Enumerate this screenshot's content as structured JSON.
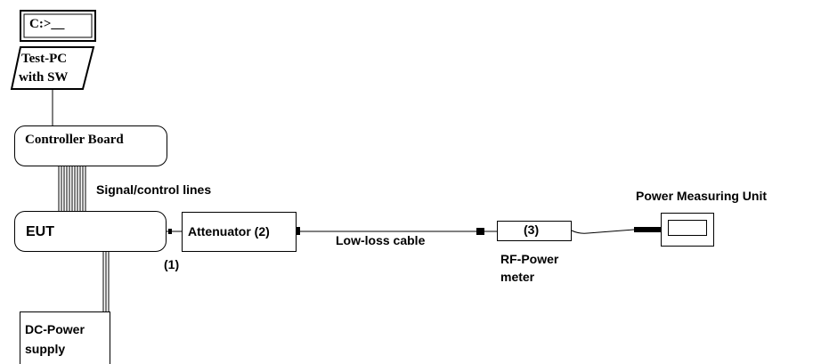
{
  "test_pc": {
    "screen_prompt": "C:>__",
    "label_line1": "Test-PC",
    "label_line2": "with SW"
  },
  "controller_board": {
    "label": "Controller Board"
  },
  "signal_lines": {
    "label": "Signal/control lines"
  },
  "eut": {
    "label": "EUT",
    "port_label": "(1)"
  },
  "attenuator": {
    "label": "Attenuator (2)"
  },
  "cable": {
    "label": "Low-loss cable"
  },
  "rf_power_meter": {
    "box_label": "(3)",
    "label_line1": "RF-Power",
    "label_line2": "meter"
  },
  "power_measuring_unit": {
    "label": "Power Measuring Unit"
  },
  "dc_power_supply": {
    "label_line1": "DC-Power",
    "label_line2": "supply"
  },
  "colors": {
    "line": "#000000",
    "background": "#ffffff"
  }
}
